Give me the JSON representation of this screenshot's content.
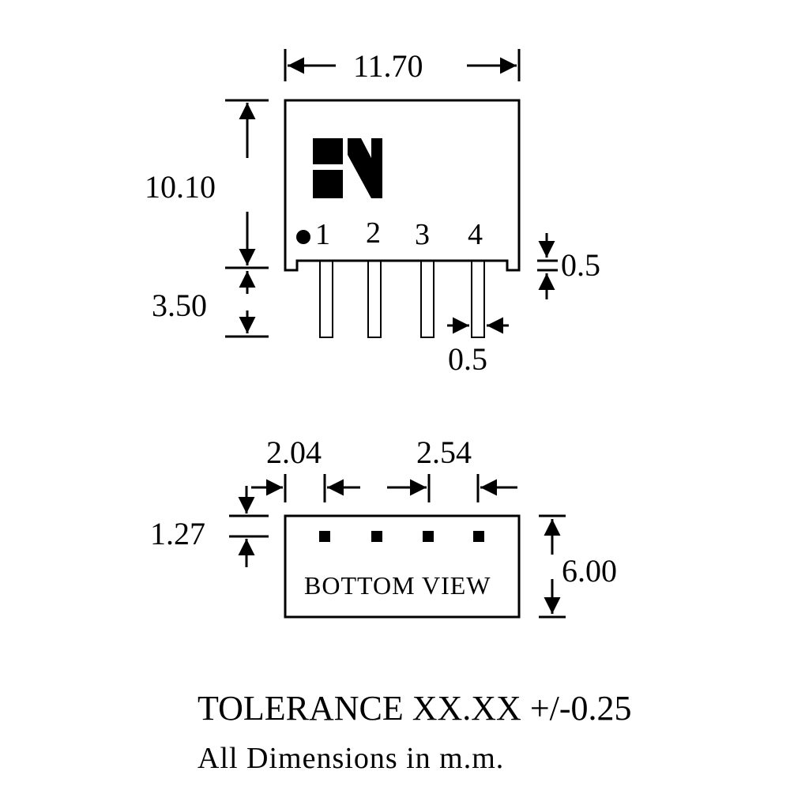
{
  "front_view": {
    "width_label": "11.70",
    "height_label": "10.10",
    "pin_length_label": "3.50",
    "standoff_label": "0.5",
    "pin_width_label": "0.5",
    "pin_labels": [
      "1",
      "2",
      "3",
      "4"
    ]
  },
  "bottom_view": {
    "edge_to_pin_label": "2.04",
    "pitch_label": "2.54",
    "pin_row_offset_label": "1.27",
    "depth_label": "6.00",
    "view_label": "BOTTOM  VIEW"
  },
  "notes": {
    "tolerance": "TOLERANCE XX.XX +/-0.25",
    "units": "All Dimensions  in m.m."
  },
  "colors": {
    "ink": "#000000",
    "paper": "#ffffff"
  }
}
